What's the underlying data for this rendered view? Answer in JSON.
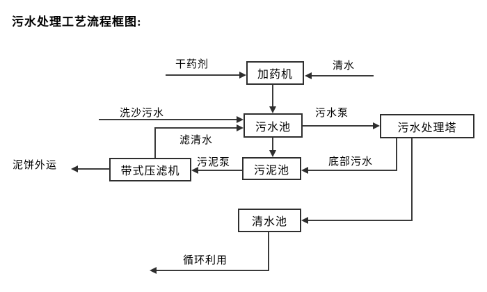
{
  "title": "污水处理工艺流程框图:",
  "diagram": {
    "nodes": {
      "dosing_machine": "加药机",
      "sewage_pool": "污水池",
      "treatment_tower": "污水处理塔",
      "sludge_pool": "污泥池",
      "belt_filter_press": "带式压滤机",
      "clean_water_pool": "清水池"
    },
    "labels": {
      "dry_agent": "干药剂",
      "clean_water": "清水",
      "sand_wash_sewage": "洗沙污水",
      "sewage_pump": "污水泵",
      "filtered_water": "滤清水",
      "bottom_sewage": "底部污水",
      "sludge_pump": "污泥泵",
      "mud_cake_out": "泥饼外运",
      "recycle_use": "循环利用"
    },
    "edges": [
      {
        "source": "dry_agent",
        "target": "dosing_machine",
        "label": "干药剂"
      },
      {
        "source": "clean_water",
        "target": "dosing_machine",
        "label": "清水"
      },
      {
        "source": "dosing_machine",
        "target": "sewage_pool",
        "label": ""
      },
      {
        "source": "sand_wash_sewage",
        "target": "sewage_pool",
        "label": "洗沙污水"
      },
      {
        "source": "belt_filter_press",
        "target": "sewage_pool",
        "label": "滤清水"
      },
      {
        "source": "sewage_pool",
        "target": "treatment_tower",
        "label": "污水泵"
      },
      {
        "source": "sewage_pool",
        "target": "sludge_pool",
        "label": ""
      },
      {
        "source": "treatment_tower",
        "target": "sludge_pool",
        "label": "底部污水"
      },
      {
        "source": "sludge_pool",
        "target": "belt_filter_press",
        "label": "污泥泵"
      },
      {
        "source": "belt_filter_press",
        "target": "mud_cake_out",
        "label": "泥饼外运"
      },
      {
        "source": "treatment_tower",
        "target": "clean_water_pool",
        "label": ""
      },
      {
        "source": "clean_water_pool",
        "target": "recycle_use",
        "label": "循环利用"
      }
    ],
    "colors": {
      "line": "#3a3a3a",
      "border": "#2e2e2e",
      "text": "#000000",
      "background": "#ffffff"
    }
  }
}
